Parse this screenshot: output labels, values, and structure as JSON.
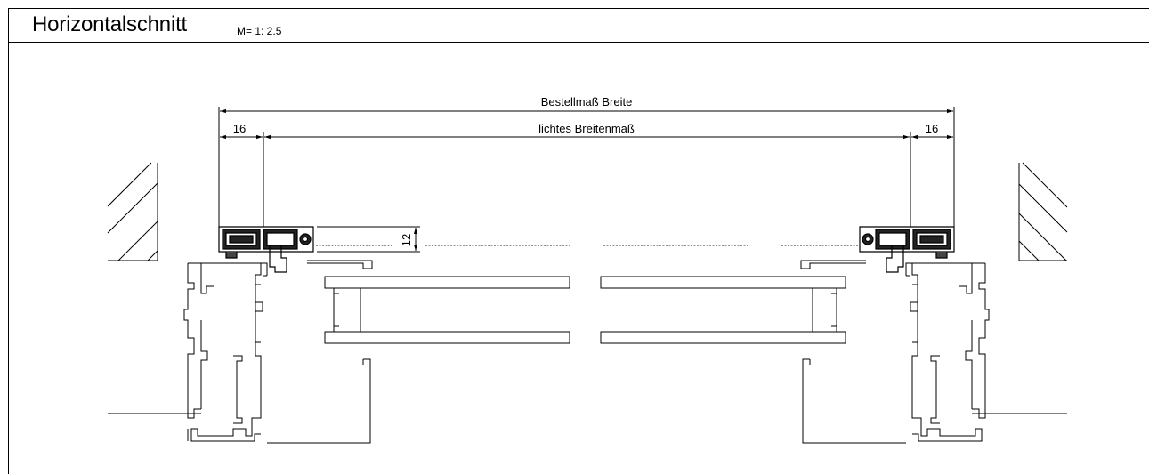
{
  "header": {
    "title": "Horizontalschnitt",
    "scale": "M= 1: 2.5"
  },
  "dimensions": {
    "order_width_label": "Bestellmaß Breite",
    "clear_width_label": "lichtes Breitenmaß",
    "left_offset": "16",
    "right_offset": "16",
    "profile_height": "12"
  }
}
